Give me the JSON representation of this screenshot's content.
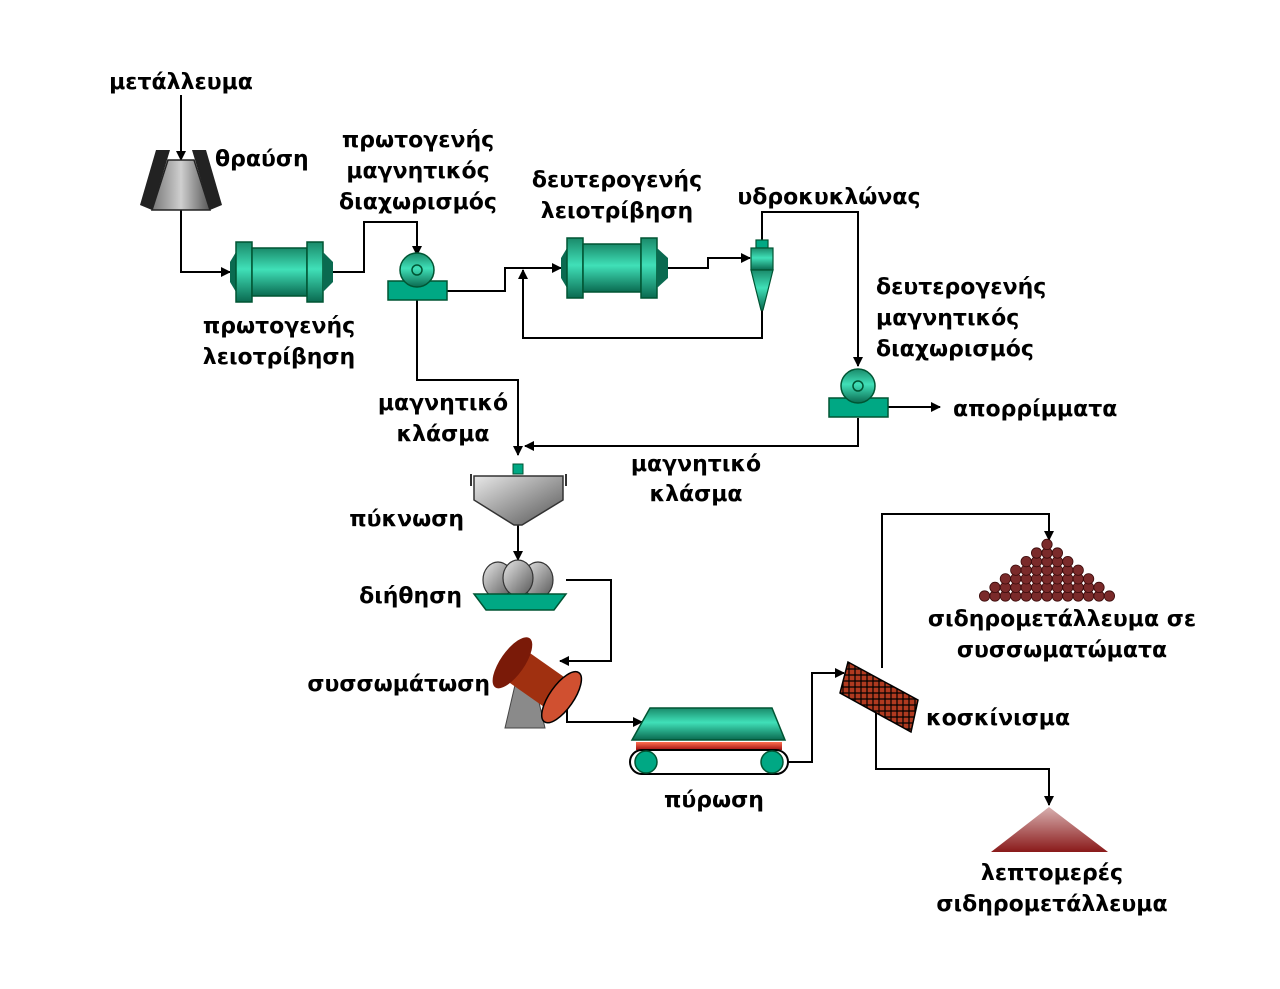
{
  "labels": {
    "ore": "μετάλλευμα",
    "crushing": "θραύση",
    "primary_sep": [
      "πρωτογενής",
      "μαγνητικός",
      "διαχωρισμός"
    ],
    "secondary_grinding": [
      "δευτερογενής",
      "λειοτρίβηση"
    ],
    "hydrocyclone": "υδροκυκλώνας",
    "primary_grinding": [
      "πρωτογενής",
      "λειοτρίβηση"
    ],
    "secondary_sep": [
      "δευτερογενής",
      "μαγνητικός",
      "διαχωρισμός"
    ],
    "tailings": "απορρίμματα",
    "magnetic_fraction_1": [
      "μαγνητικό",
      "κλάσμα"
    ],
    "magnetic_fraction_2": [
      "μαγνητικό",
      "κλάσμα"
    ],
    "thickening": "πύκνωση",
    "filtration": "διήθηση",
    "pelletizing": "συσσωμάτωση",
    "firing": "πύρωση",
    "screening": "κοσκίνισμα",
    "pellets_product": [
      "σιδηρομετάλλευμα σε",
      "συσσωματώματα"
    ],
    "fines_product": [
      "λεπτομερές",
      "σιδηρομετάλλευμα"
    ]
  },
  "colors": {
    "equipment": "#00a884",
    "equipment_light": "#40e0b8",
    "crusher": "#333333",
    "drum": "#d05030",
    "pellet": "#7a2a2a",
    "fines": "#a03030",
    "conveyor_belt": "#c02020"
  }
}
